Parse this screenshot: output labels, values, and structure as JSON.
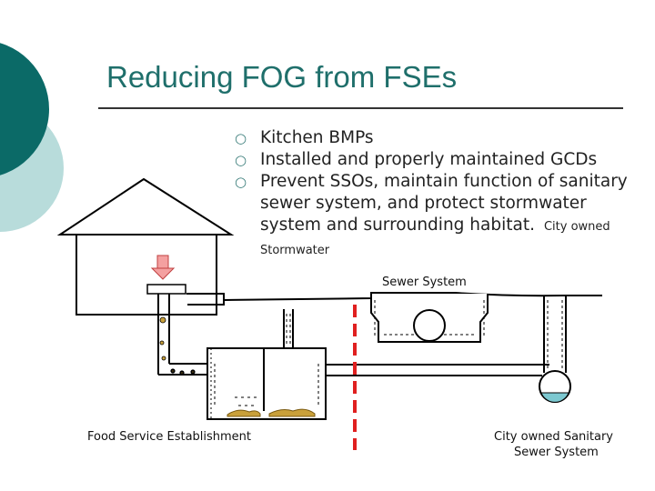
{
  "title": "Reducing FOG from FSEs",
  "bullets": [
    {
      "text": "Kitchen BMPs"
    },
    {
      "text": "Installed and properly maintained GCDs"
    },
    {
      "text": "Prevent SSOs, maintain function of sanitary sewer system, and protect stormwater system and surrounding habitat."
    }
  ],
  "bullet_icon": "hollow-circle-bullet",
  "diagram": {
    "stormwater_label_line1": "City owned Stormwater",
    "stormwater_label_line2": "Sewer System",
    "fse_label": "Food Service Establishment",
    "sanitary_label_line1": "City owned Sanitary",
    "sanitary_label_line2": "Sewer System"
  },
  "colors": {
    "title": "#1f6f6b",
    "decor_dark": "#0b6a67",
    "decor_light": "#b8dcdb",
    "boundary_line": "#e02020",
    "arrow": "#f4a0a0",
    "grease": "#c9a03a",
    "water": "#7cc8d0"
  }
}
